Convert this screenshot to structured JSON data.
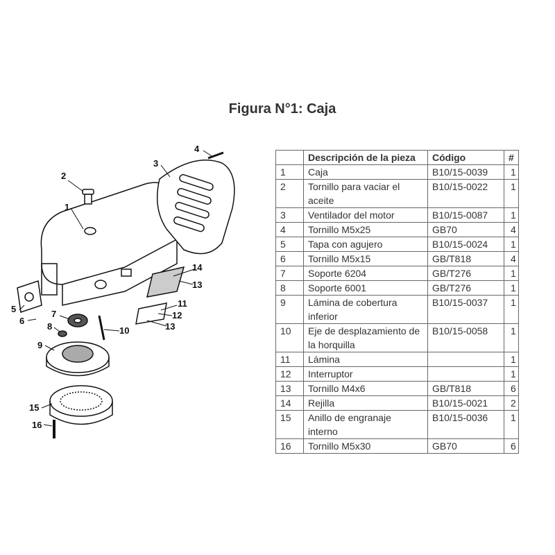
{
  "title": "Figura N°1: Caja",
  "callouts": [
    "1",
    "2",
    "3",
    "4",
    "5",
    "6",
    "7",
    "8",
    "9",
    "10",
    "11",
    "12",
    "13",
    "13",
    "14",
    "15",
    "16"
  ],
  "table": {
    "headers": [
      "",
      "Descripción de la pieza",
      "Código",
      "#"
    ],
    "rows": [
      {
        "n": "1",
        "desc": "Caja",
        "code": "B10/15-0039",
        "qty": "1"
      },
      {
        "n": "2",
        "desc": "Tornillo para vaciar el aceite",
        "code": "B10/15-0022",
        "qty": "1"
      },
      {
        "n": "3",
        "desc": "Ventilador del motor",
        "code": "B10/15-0087",
        "qty": "1"
      },
      {
        "n": "4",
        "desc": "Tornillo M5x25",
        "code": "GB70",
        "qty": "4"
      },
      {
        "n": "5",
        "desc": "Tapa con agujero",
        "code": "B10/15-0024",
        "qty": "1"
      },
      {
        "n": "6",
        "desc": "Tornillo M5x15",
        "code": "GB/T818",
        "qty": "4"
      },
      {
        "n": "7",
        "desc": "Soporte 6204",
        "code": "GB/T276",
        "qty": "1"
      },
      {
        "n": "8",
        "desc": "Soporte 6001",
        "code": "GB/T276",
        "qty": "1"
      },
      {
        "n": "9",
        "desc": "Lámina de cobertura inferior",
        "code": "B10/15-0037",
        "qty": "1"
      },
      {
        "n": "10",
        "desc": "Eje de desplazamiento de la horquilla",
        "code": "B10/15-0058",
        "qty": "1"
      },
      {
        "n": "11",
        "desc": "Lámina",
        "code": "",
        "qty": "1"
      },
      {
        "n": "12",
        "desc": "Interruptor",
        "code": "",
        "qty": "1"
      },
      {
        "n": "13",
        "desc": "Tornillo M4x6",
        "code": "GB/T818",
        "qty": "6"
      },
      {
        "n": "14",
        "desc": "Rejilla",
        "code": "B10/15-0021",
        "qty": "2"
      },
      {
        "n": "15",
        "desc": "Anillo de engranaje interno",
        "code": "B10/15-0036",
        "qty": "1"
      },
      {
        "n": "16",
        "desc": "Tornillo M5x30",
        "code": "GB70",
        "qty": "6"
      }
    ]
  }
}
